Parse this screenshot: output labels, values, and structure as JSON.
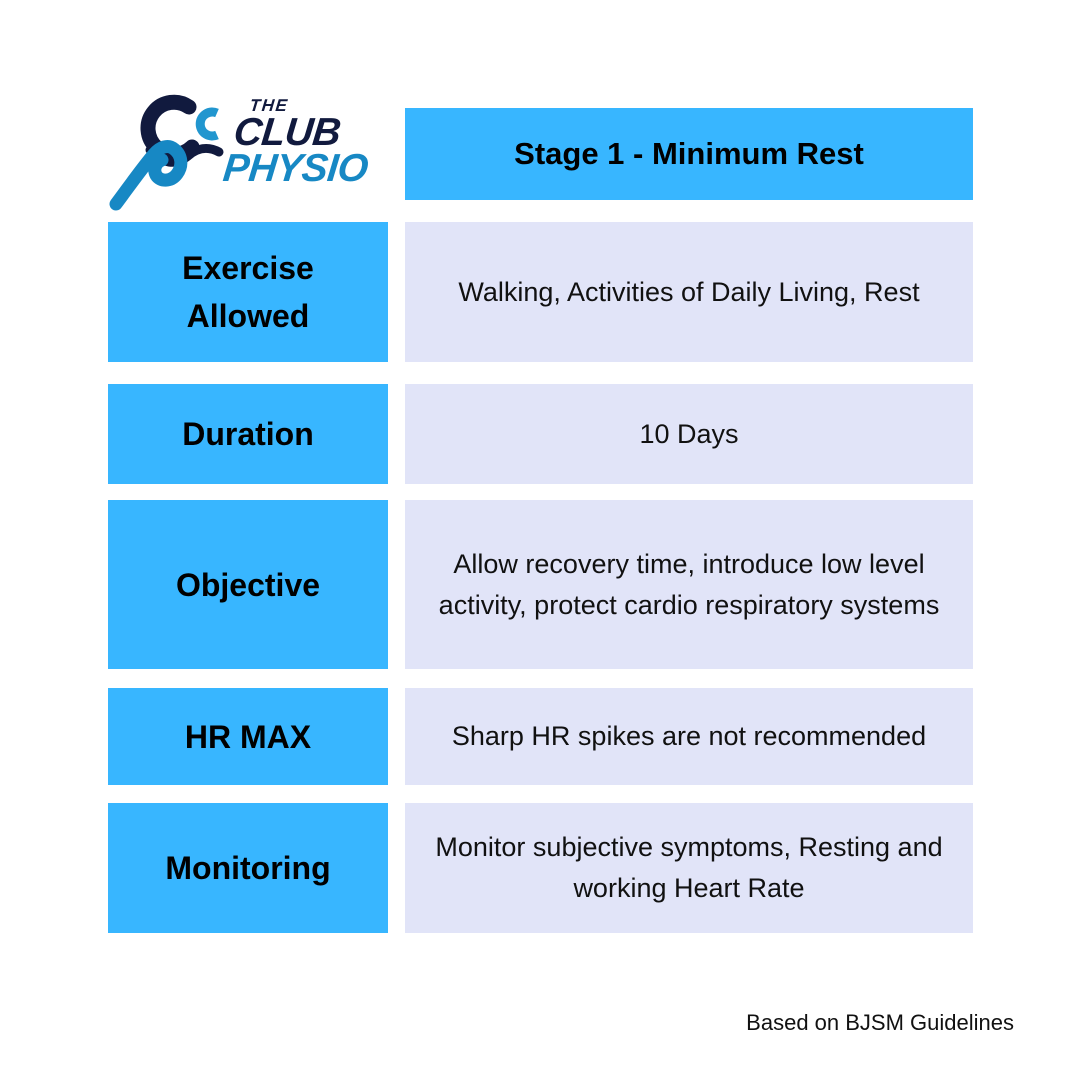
{
  "logo": {
    "line_the": "THE",
    "line_club": "CLUB",
    "line_physio": "PHYSIO",
    "icon": "runner-icon",
    "color_navy": "#111A3E",
    "color_blue": "#1788C4",
    "color_badge_blue": "#2196CF"
  },
  "header": {
    "title": "Stage 1 - Minimum Rest"
  },
  "table": {
    "rows": [
      {
        "label": "Exercise Allowed",
        "value": "Walking, Activities of Daily Living, Rest"
      },
      {
        "label": "Duration",
        "value": "10 Days"
      },
      {
        "label": "Objective",
        "value": "Allow recovery time, introduce low level activity, protect cardio respiratory systems"
      },
      {
        "label": "HR MAX",
        "value": "Sharp HR spikes are not recommended"
      },
      {
        "label": "Monitoring",
        "value": "Monitor subjective symptoms, Resting and working Heart Rate"
      }
    ]
  },
  "footer": {
    "note": "Based on BJSM Guidelines"
  },
  "colors": {
    "cell_blue": "#38B6FF",
    "cell_lavender": "#E1E4F8",
    "cell_text": "#000000",
    "value_text": "#111111",
    "background": "#FFFFFF"
  }
}
